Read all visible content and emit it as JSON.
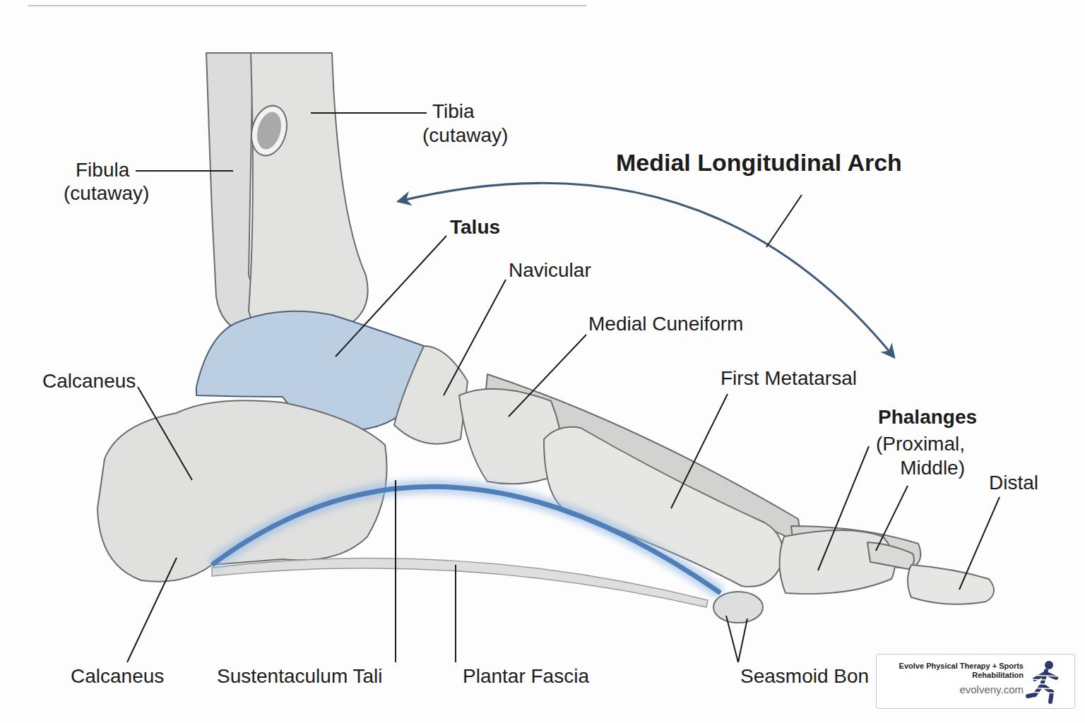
{
  "diagram": {
    "title": "Medial Longitudinal Arch",
    "nodes": [
      {
        "text": [
          "Evolve Physical Therapy + Sports Rehabilitation",
          "evolveny.com"
        ]
      }
    ],
    "labels": [
      "Tibia",
      "(cutaway)",
      "Fibula",
      "(cutaway)",
      "Talus",
      "Navicular",
      "Medial Cuneiform",
      "First Metatarsal",
      "Calcaneus",
      "Phalanges",
      "(Proximal, Middle)",
      "Distal",
      "Calcaneus",
      "Sustentaculum Tali",
      "Plantar Fascia",
      "Seasmoid Bon"
    ]
  }
}
